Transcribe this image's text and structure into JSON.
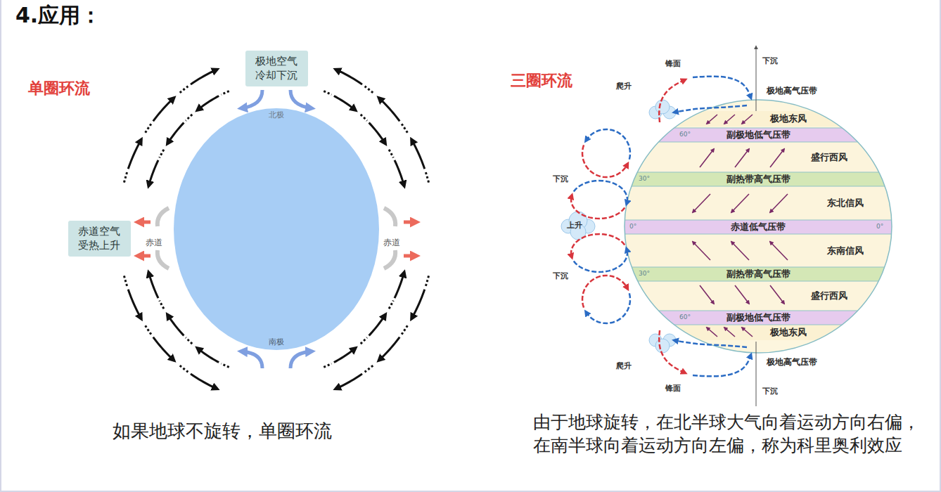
{
  "diagram": {
    "title": "4.应用：",
    "nodes": [
      {
        "text": [
          "极地空气冷却下沉"
        ]
      },
      {
        "text": [
          "赤道空气受热上升"
        ]
      },
      {
        "text": [
          "极地东风"
        ]
      },
      {
        "text": [
          "副极地低气压带"
        ]
      },
      {
        "text": [
          "盛行西风"
        ]
      },
      {
        "text": [
          "副热带高气压带"
        ]
      },
      {
        "text": [
          "东北信风"
        ]
      },
      {
        "text": [
          "赤道低气压带"
        ]
      },
      {
        "text": [
          "东南信风"
        ]
      },
      {
        "text": [
          "副热带高气压带"
        ]
      },
      {
        "text": [
          "盛行西风"
        ]
      },
      {
        "text": [
          "副极地低气压带"
        ]
      },
      {
        "text": [
          "极地东风"
        ]
      }
    ],
    "labels": [
      "单圈环流",
      "北极",
      "赤道",
      "赤道",
      "南极",
      "如果地球不旋转，单圈环流",
      "三圈环流",
      "下沉",
      "锋面",
      "爬升",
      "极地高气压带",
      "60°",
      "30°",
      "下沉",
      "上升",
      "0°",
      "0°",
      "30°",
      "下沉",
      "60°",
      "爬升",
      "锋面",
      "极地高气压带",
      "下沉",
      "由于地球旋转，在北半球大气向着运动方向右偏，在南半球向着运动方向左偏，称为科里奥利效应"
    ]
  }
}
